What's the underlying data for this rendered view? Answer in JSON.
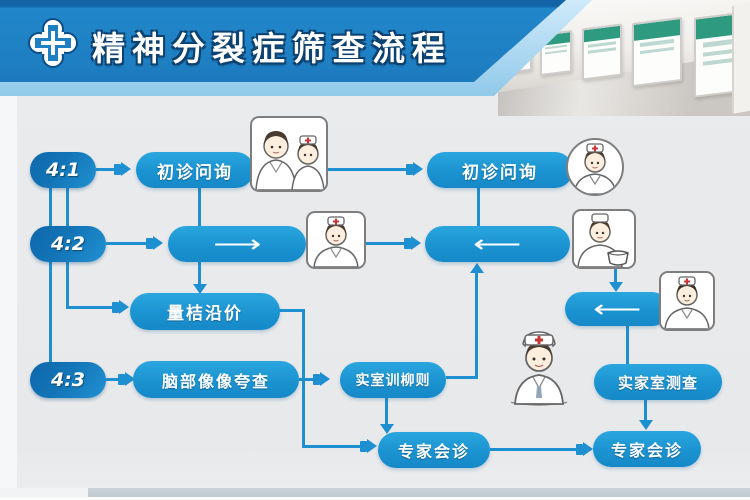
{
  "header": {
    "title": "精神分裂症筛查流程",
    "icon": "medical-cross-icon"
  },
  "photo": {
    "icon": "hospital-corridor-photo"
  },
  "colors": {
    "banner_blue": "#1e7fc2",
    "banner_edge_light": "#a9d6ee",
    "node_blue": "#1b93d1",
    "row_label_blue": "#1274b6",
    "connector_blue": "#1e8fd0",
    "background_gray": "#e8eaec",
    "poster_green": "#2e9a80"
  },
  "flowchart": {
    "row_labels": [
      "4:1",
      "4:2",
      "4:3"
    ],
    "nodes": {
      "consult_left": "初诊问询",
      "consult_right": "初诊问询",
      "step_forward_glyph": "⟶",
      "step_back_glyph": "⟵",
      "step_back2_glyph": "⟵",
      "scale_eval": "量桔沿价",
      "brain_imaging": "脑部像像夸查",
      "lab_test": "实室训柳则",
      "lab_check": "实家室测查",
      "expert_left": "专家会诊",
      "expert_right": "专家会诊"
    },
    "icons": [
      "doctor-nurse-pair-icon",
      "doctor-circle-icon",
      "nurse-icon",
      "nurse-with-bowl-icon",
      "male-nurse-icon",
      "standing-doctor-icon"
    ]
  }
}
